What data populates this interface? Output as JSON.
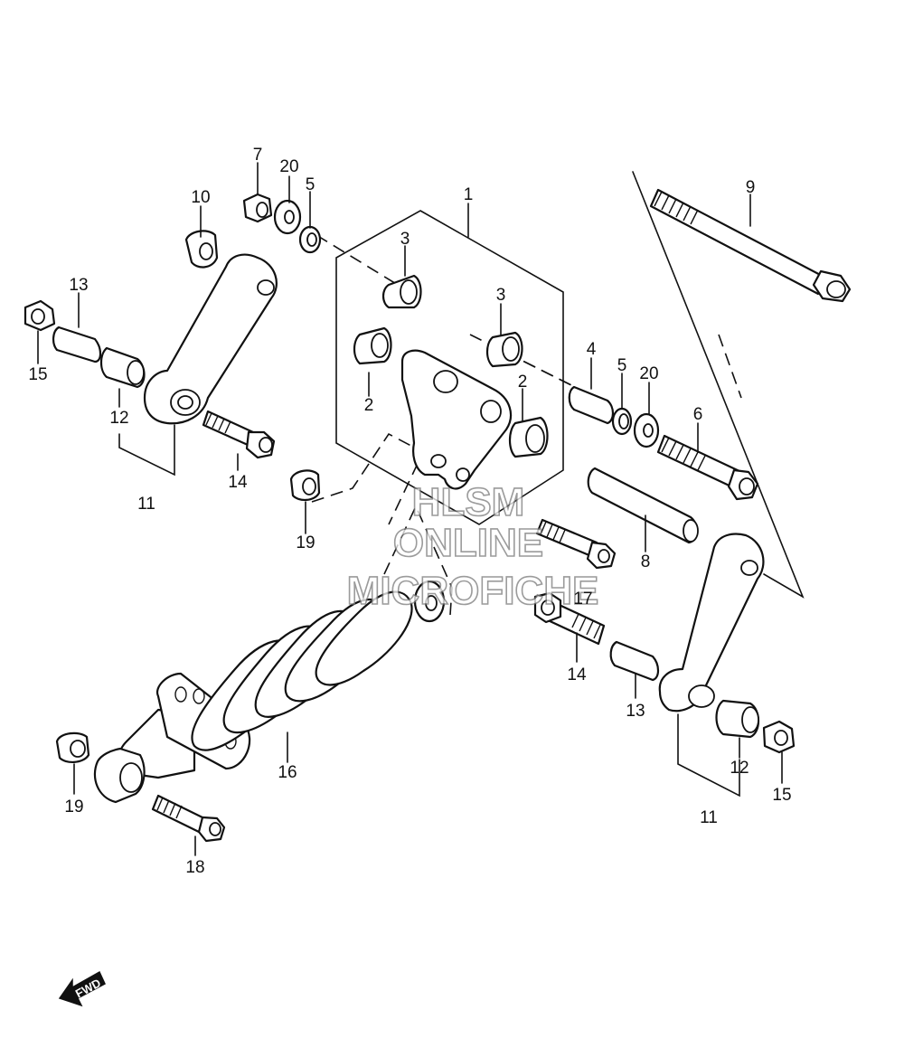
{
  "watermark": {
    "line1": "HLSM",
    "line2": "ONLINE",
    "line3": "MICROFICHE"
  },
  "direction_marker": {
    "text": "FWD",
    "icon": "fwd-arrow-icon"
  },
  "callouts": [
    {
      "id": "c1",
      "label": "1"
    },
    {
      "id": "c2a",
      "label": "2"
    },
    {
      "id": "c2b",
      "label": "2"
    },
    {
      "id": "c3a",
      "label": "3"
    },
    {
      "id": "c3b",
      "label": "3"
    },
    {
      "id": "c4",
      "label": "4"
    },
    {
      "id": "c5a",
      "label": "5"
    },
    {
      "id": "c5b",
      "label": "5"
    },
    {
      "id": "c6",
      "label": "6"
    },
    {
      "id": "c7",
      "label": "7"
    },
    {
      "id": "c8",
      "label": "8"
    },
    {
      "id": "c9",
      "label": "9"
    },
    {
      "id": "c10",
      "label": "10"
    },
    {
      "id": "c11a",
      "label": "11"
    },
    {
      "id": "c11b",
      "label": "11"
    },
    {
      "id": "c12a",
      "label": "12"
    },
    {
      "id": "c12b",
      "label": "12"
    },
    {
      "id": "c13a",
      "label": "13"
    },
    {
      "id": "c13b",
      "label": "13"
    },
    {
      "id": "c14a",
      "label": "14"
    },
    {
      "id": "c14b",
      "label": "14"
    },
    {
      "id": "c15a",
      "label": "15"
    },
    {
      "id": "c15b",
      "label": "15"
    },
    {
      "id": "c16",
      "label": "16"
    },
    {
      "id": "c17",
      "label": "17"
    },
    {
      "id": "c18",
      "label": "18"
    },
    {
      "id": "c19a",
      "label": "19"
    },
    {
      "id": "c19b",
      "label": "19"
    },
    {
      "id": "c20a",
      "label": "20"
    },
    {
      "id": "c20b",
      "label": "20"
    }
  ]
}
